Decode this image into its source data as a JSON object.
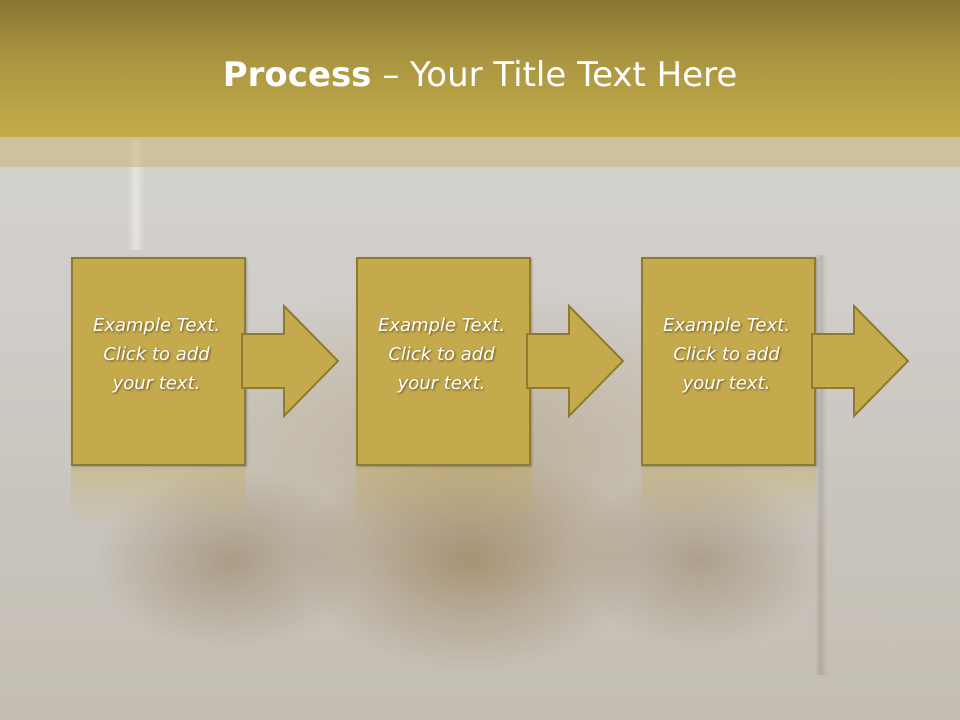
{
  "slide": {
    "title_bold": "Process",
    "title_rest": " – Your Title Text Here",
    "accent_color": "#c4a94d",
    "steps": [
      {
        "text": "Example Text.\nClick  to add\nyour text."
      },
      {
        "text": "Example Text.\nClick  to add\nyour text."
      },
      {
        "text": "Example Text.\nClick  to add\nyour text."
      }
    ]
  }
}
